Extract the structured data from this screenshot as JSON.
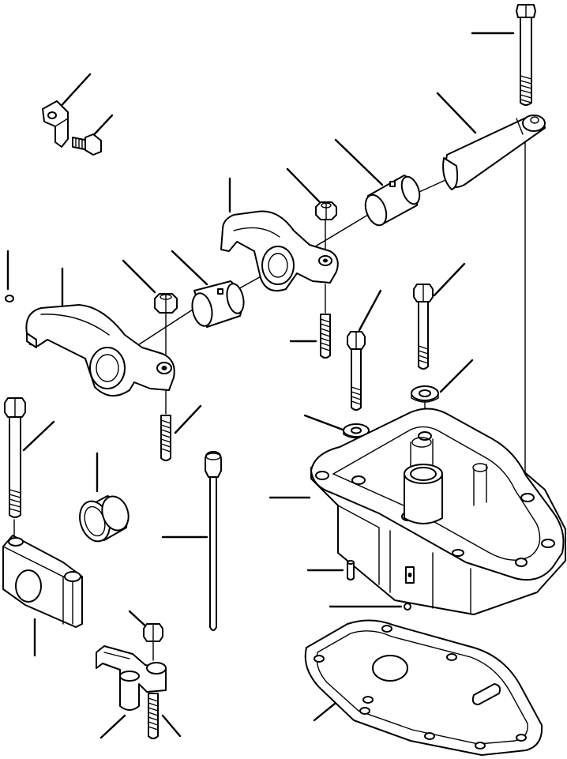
{
  "diagram": {
    "colors": {
      "ink": "#000000",
      "paper": "#ffffff"
    },
    "parts": [
      {
        "id": "bracket",
        "icon": "bracket-icon"
      },
      {
        "id": "bracket-bolt",
        "icon": "bolt-icon"
      },
      {
        "id": "long-bolt-top",
        "icon": "bolt-icon"
      },
      {
        "id": "rocker-shaft",
        "icon": "shaft-icon"
      },
      {
        "id": "bushing-right",
        "icon": "bushing-icon"
      },
      {
        "id": "nut-right",
        "icon": "nut-icon"
      },
      {
        "id": "rocker-arm-right",
        "icon": "rocker-arm-icon"
      },
      {
        "id": "adjust-screw-right",
        "icon": "screw-icon"
      },
      {
        "id": "rocker-arm-left",
        "icon": "rocker-arm-icon"
      },
      {
        "id": "nut-left",
        "icon": "nut-icon"
      },
      {
        "id": "bushing-left",
        "icon": "bushing-icon"
      },
      {
        "id": "small-plug",
        "icon": "plug-icon"
      },
      {
        "id": "adjust-screw-left",
        "icon": "screw-icon"
      },
      {
        "id": "bolt-middle",
        "icon": "bolt-icon"
      },
      {
        "id": "bolt-right",
        "icon": "bolt-icon"
      },
      {
        "id": "washer-right",
        "icon": "washer-icon"
      },
      {
        "id": "washer-middle",
        "icon": "washer-icon"
      },
      {
        "id": "long-bolt-left",
        "icon": "bolt-icon"
      },
      {
        "id": "ring-bushing",
        "icon": "ring-icon"
      },
      {
        "id": "push-rod",
        "icon": "push-rod-icon"
      },
      {
        "id": "housing",
        "icon": "housing-icon"
      },
      {
        "id": "dowel-pin",
        "icon": "pin-icon"
      },
      {
        "id": "small-ball",
        "icon": "ball-icon"
      },
      {
        "id": "support-block",
        "icon": "block-icon"
      },
      {
        "id": "nut-lower",
        "icon": "nut-icon"
      },
      {
        "id": "bridge-lever",
        "icon": "lever-icon"
      },
      {
        "id": "adjust-screw-lower",
        "icon": "screw-icon"
      },
      {
        "id": "gasket",
        "icon": "gasket-icon"
      }
    ]
  }
}
